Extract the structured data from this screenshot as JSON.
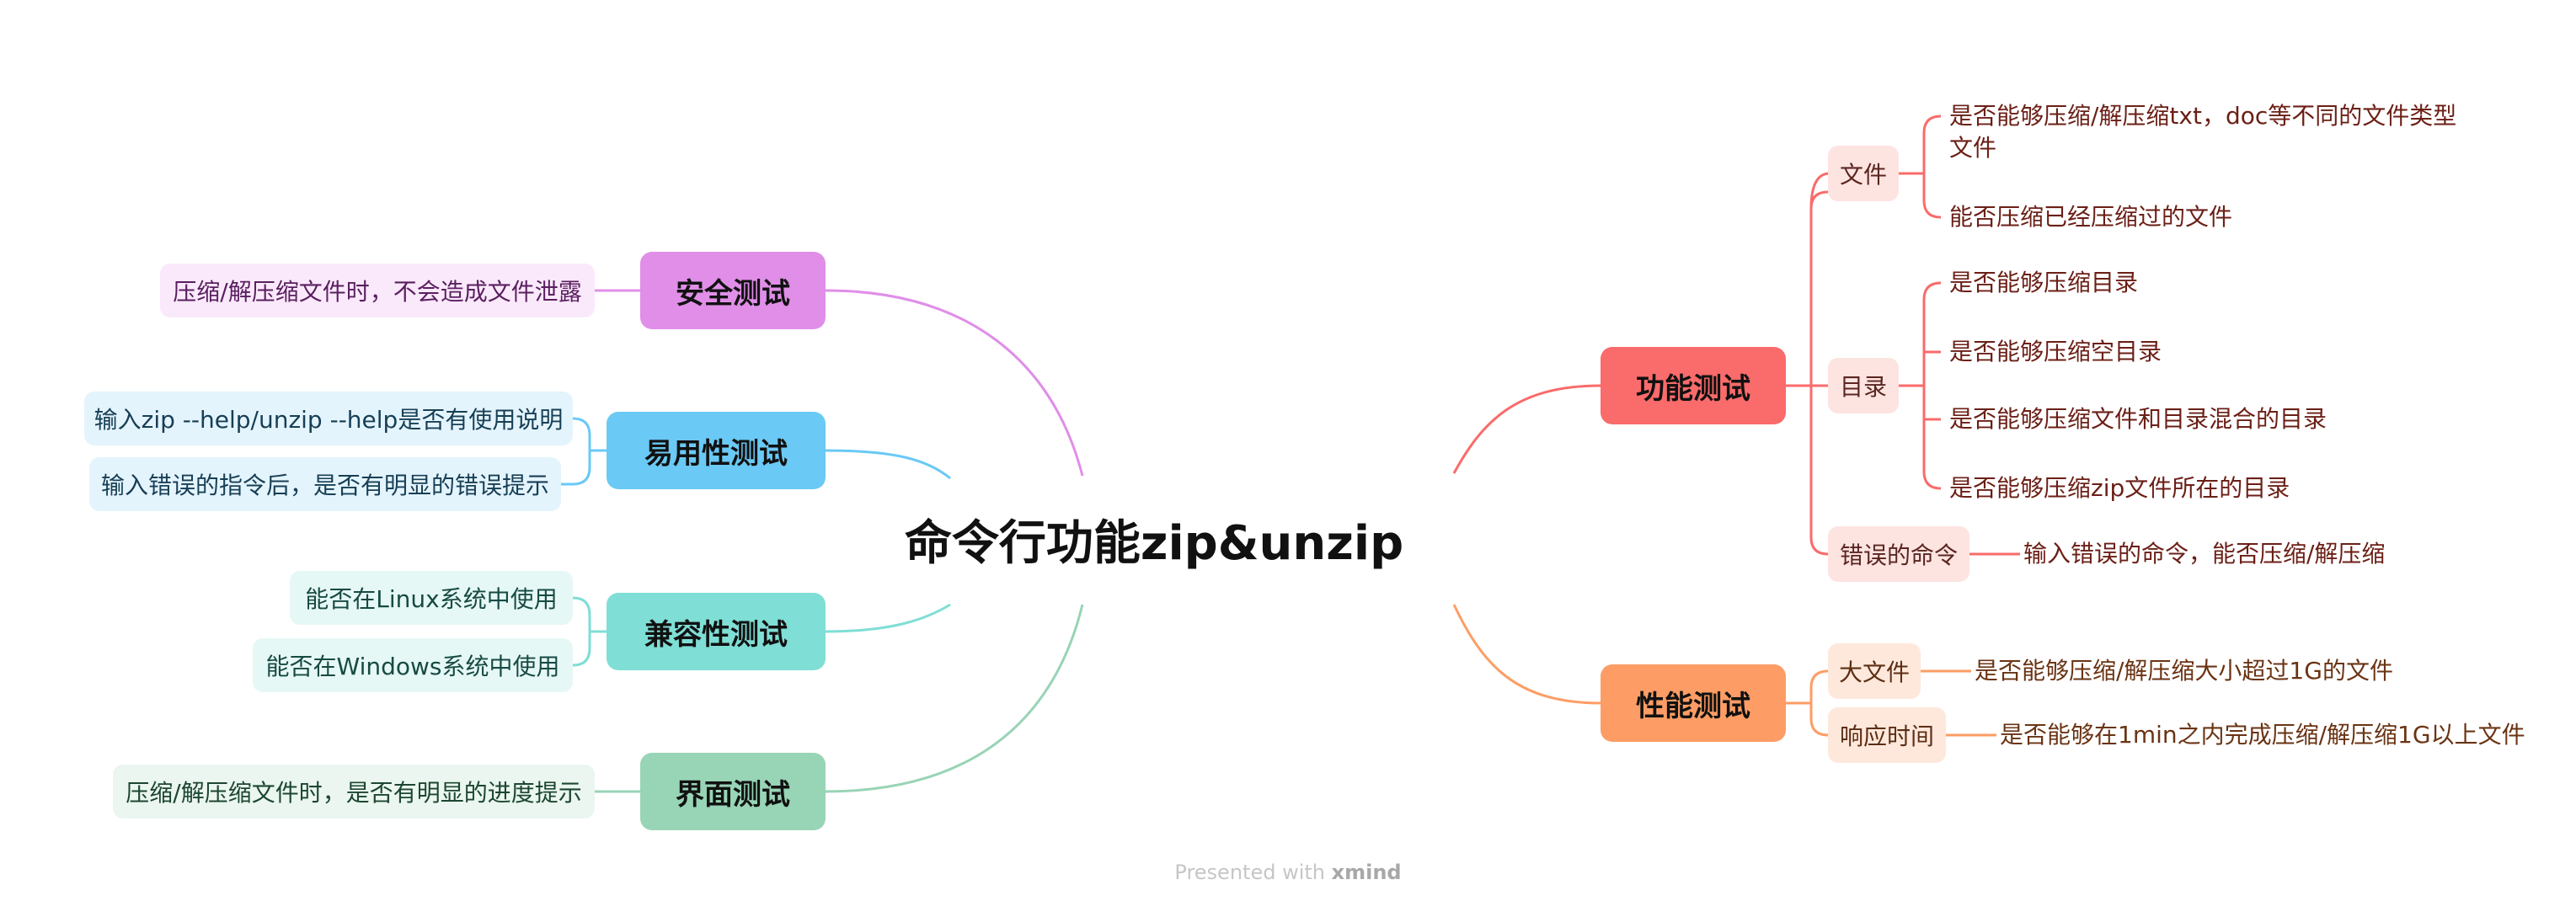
{
  "central": "命令行功能zip&unzip",
  "colors": {
    "func": "#fa6b6b",
    "perf": "#fd9d65",
    "sec": "#e08ee8",
    "use": "#6ac9f5",
    "compat": "#7fded5",
    "ui": "#98d4b6"
  },
  "right": {
    "func": {
      "label": "功能测试",
      "file": {
        "label": "文件",
        "leaf1_line1": "是否能够压缩/解压缩txt，doc等不同的文件类型",
        "leaf1_line2": "文件",
        "leaf2": "能否压缩已经压缩过的文件"
      },
      "dir": {
        "label": "目录",
        "leaves": [
          "是否能够压缩目录",
          "是否能够压缩空目录",
          "是否能够压缩文件和目录混合的目录",
          "是否能够压缩zip文件所在的目录"
        ]
      },
      "err": {
        "label": "错误的命令",
        "leaf": "输入错误的命令，能否压缩/解压缩"
      }
    },
    "perf": {
      "label": "性能测试",
      "big": {
        "label": "大文件",
        "leaf": "是否能够压缩/解压缩大小超过1G的文件"
      },
      "resp": {
        "label": "响应时间",
        "leaf": "是否能够在1min之内完成压缩/解压缩1G以上文件"
      }
    }
  },
  "left": {
    "sec": {
      "label": "安全测试",
      "leaf": "压缩/解压缩文件时，不会造成文件泄露"
    },
    "use": {
      "label": "易用性测试",
      "leaves": [
        "输入zip --help/unzip --help是否有使用说明",
        "输入错误的指令后，是否有明显的错误提示"
      ]
    },
    "compat": {
      "label": "兼容性测试",
      "leaves": [
        "能否在Linux系统中使用",
        "能否在Windows系统中使用"
      ]
    },
    "ui": {
      "label": "界面测试",
      "leaf": "压缩/解压缩文件时，是否有明显的进度提示"
    }
  },
  "footer": {
    "presented": "Presented with",
    "brand": "xmind"
  }
}
